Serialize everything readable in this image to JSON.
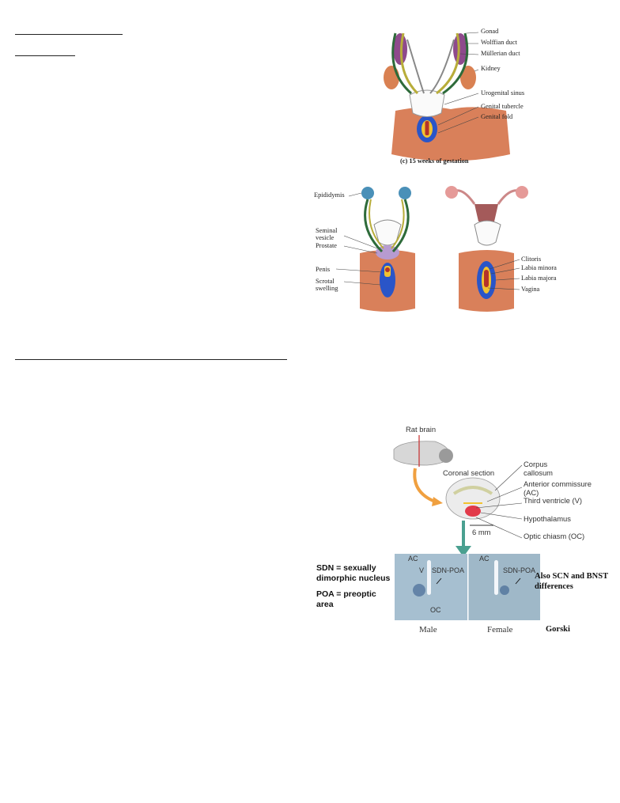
{
  "figure_15wk": {
    "labels": [
      "Gonad",
      "Wolffian duct",
      "Müllerian duct",
      "Kidney",
      "Urogenital sinus",
      "Genital tubercle",
      "Genital fold"
    ],
    "caption": "(c) 15 weeks of gestation"
  },
  "figure_adult": {
    "male_labels": [
      "Epididymis",
      "Seminal vesicle",
      "Prostate",
      "Penis",
      "Scrotal swelling"
    ],
    "female_labels": [
      "Clitoris",
      "Labia minora",
      "Labia majora",
      "Vagina"
    ]
  },
  "figure_rat": {
    "rat_brain": "Rat brain",
    "coronal_section": "Coronal section",
    "labels": [
      "Corpus callosum",
      "Anterior commissure (AC)",
      "Third ventricle (V)",
      "Hypothalamus",
      "Optic chiasm (OC)"
    ],
    "scale": "6 mm",
    "micro_labels": {
      "ac": "AC",
      "v": "V",
      "sdn_poa": "SDN-POA",
      "oc": "OC"
    },
    "male": "Male",
    "female": "Female",
    "definitions": {
      "sdn": "SDN = sexually dimorphic nucleus",
      "poa": "POA = preoptic area"
    },
    "note": "Also SCN and BNST differences",
    "credit": "Gorski"
  },
  "colors": {
    "skin": "#d9805a",
    "gonad": "#8e4a8c",
    "kidney": "#d98152",
    "wolffian": "#b8ad3a",
    "mullerian": "#2e6b3a",
    "tubercle": "#2a55c8",
    "section_bg": "#9fb8c8"
  }
}
